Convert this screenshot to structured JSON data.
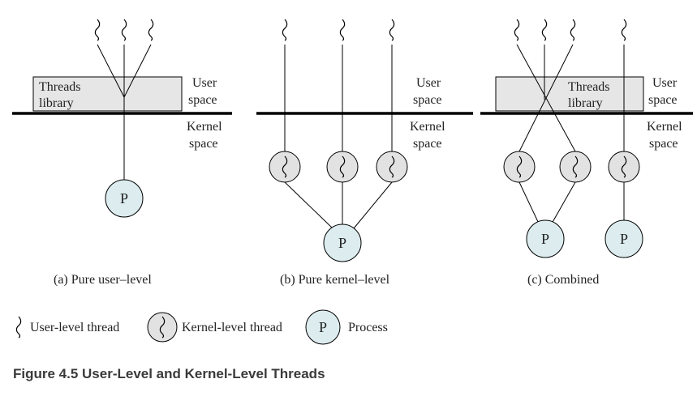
{
  "figure_caption": "Figure 4.5 User-Level and Kernel-Level Threads",
  "space_labels": {
    "user_line1": "User",
    "user_line2": "space",
    "kernel_line1": "Kernel",
    "kernel_line2": "space"
  },
  "threads_library": {
    "line1": "Threads",
    "line2": "library"
  },
  "process_symbol": "P",
  "panels": {
    "a": {
      "label": "(a) Pure user–level"
    },
    "b": {
      "label": "(b) Pure kernel–level"
    },
    "c": {
      "label": "(c) Combined"
    }
  },
  "legend": {
    "user_thread": "User-level thread",
    "kernel_thread": "Kernel-level thread",
    "process": "Process"
  },
  "colors": {
    "library_fill": "#e6e6e6",
    "process_fill": "#dcecef",
    "kernel_thread_fill": "#e2e2e2",
    "line": "#000000"
  }
}
